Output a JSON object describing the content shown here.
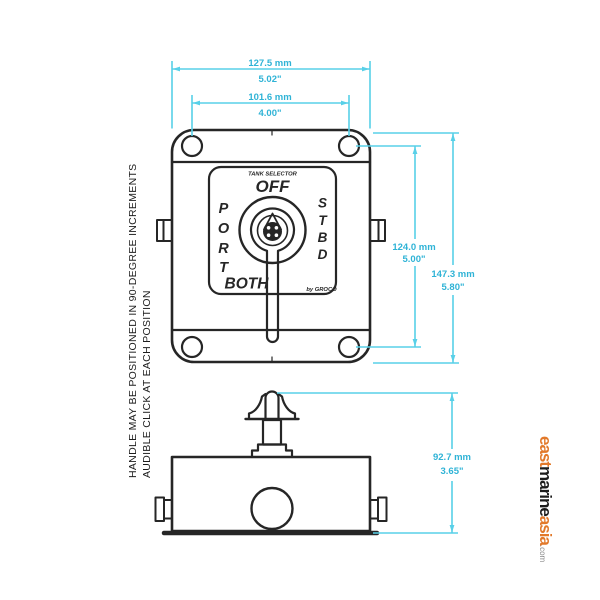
{
  "annotations": {
    "line1": "HANDLE MAY BE POSITIONED IN 90-DEGREE INCREMENTS",
    "line2": "AUDIBLE CLICK AT EACH POSITION"
  },
  "front_view": {
    "plate_title": "TANK SELECTOR",
    "position_top": "OFF",
    "position_left": "PORT",
    "position_right": "STBD",
    "position_bottom": "BOTH",
    "brand": "by GROCO",
    "left_letters": [
      "P",
      "O",
      "R",
      "T"
    ],
    "right_letters": [
      "S",
      "T",
      "B",
      "D"
    ]
  },
  "dimensions": {
    "width_outer": {
      "mm": "127.5 mm",
      "in": "5.02\""
    },
    "width_holes": {
      "mm": "101.6 mm",
      "in": "4.00\""
    },
    "height_holes": {
      "mm": "124.0 mm",
      "in": "5.00\""
    },
    "height_outer": {
      "mm": "147.3 mm",
      "in": "5.80\""
    },
    "depth": {
      "mm": "92.7 mm",
      "in": "3.65\""
    }
  },
  "logo": {
    "part1": "east",
    "part2": "marine",
    "part3": "asia",
    "suffix": ".com"
  },
  "colors": {
    "dimension_line": "#58d0e8",
    "dimension_text": "#2fb3d6",
    "drawing_stroke": "#262626",
    "logo_orange": "#e2792a",
    "logo_black": "#1c1c1c",
    "logo_gray": "#8a8a8a"
  }
}
